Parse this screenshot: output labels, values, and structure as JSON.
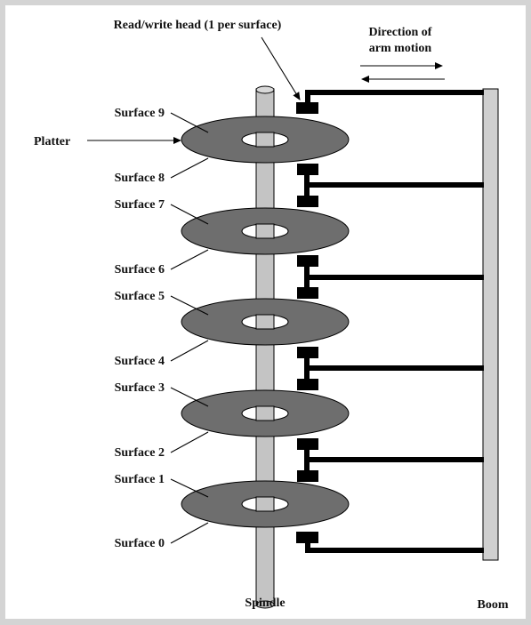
{
  "labels": {
    "head_title": "Read/write head (1 per surface)",
    "direction_line1": "Direction of",
    "direction_line2": "arm motion",
    "platter": "Platter",
    "spindle": "Spindle",
    "boom": "Boom",
    "surfaces": [
      "Surface 9",
      "Surface 8",
      "Surface 7",
      "Surface 6",
      "Surface 5",
      "Surface 4",
      "Surface 3",
      "Surface 2",
      "Surface 1",
      "Surface 0"
    ]
  },
  "colors": {
    "platter_fill": "#6e6e6e",
    "spindle_fill": "#c4c4c4",
    "boom_fill": "#cfcfcf",
    "arm": "#000000",
    "page_background": "#d4d4d4",
    "frame_background": "#ffffff"
  }
}
